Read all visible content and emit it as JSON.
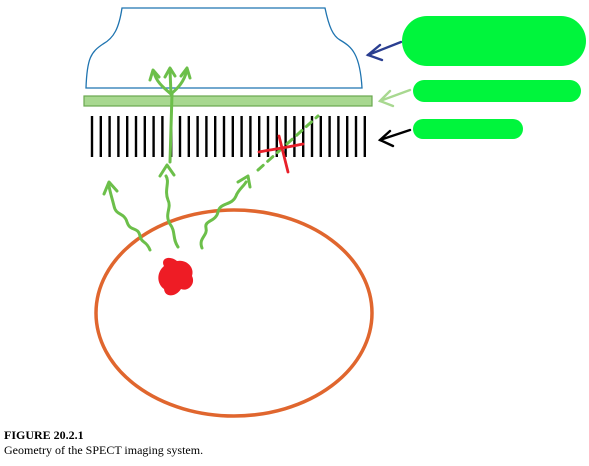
{
  "figure": {
    "label": "FIGURE 20.2.1",
    "caption": "Geometry of the SPECT imaging system."
  },
  "colors": {
    "detector_outline": "#1f74b0",
    "crystal_fill": "#a8d890",
    "crystal_stroke": "#6aa84f",
    "collimator": "#000000",
    "photon_path": "#6cbf4a",
    "absorbed_mark": "#e8202a",
    "source": "#ee1c25",
    "body_outline": "#e0662e",
    "label_box": "#00f53c",
    "arrow_detector": "#2a3e90",
    "arrow_crystal": "#a8d890",
    "arrow_collimator": "#000000"
  },
  "labels": [
    {
      "target": "detector",
      "text": ""
    },
    {
      "target": "crystal",
      "text": ""
    },
    {
      "target": "collimator",
      "text": ""
    }
  ]
}
